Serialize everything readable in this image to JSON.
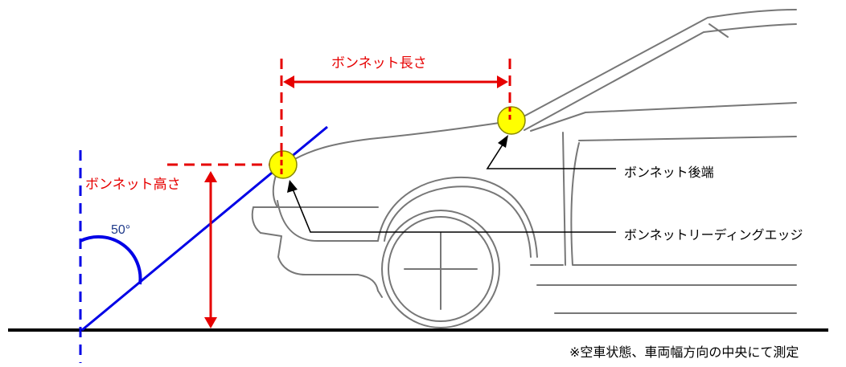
{
  "labels": {
    "bonnet_length": "ボンネット長さ",
    "bonnet_height": "ボンネット高さ",
    "angle": "50°",
    "bonnet_rear_end": "ボンネット後端",
    "bonnet_leading_edge": "ボンネットリーディングエッジ",
    "note": "※空車状態、車両幅方向の中央にて測定"
  },
  "colors": {
    "dimension": "#e60000",
    "angle_guide": "#0000e6",
    "marker_fill": "#ffff00",
    "car_outline": "#777777",
    "ground": "#000000"
  }
}
